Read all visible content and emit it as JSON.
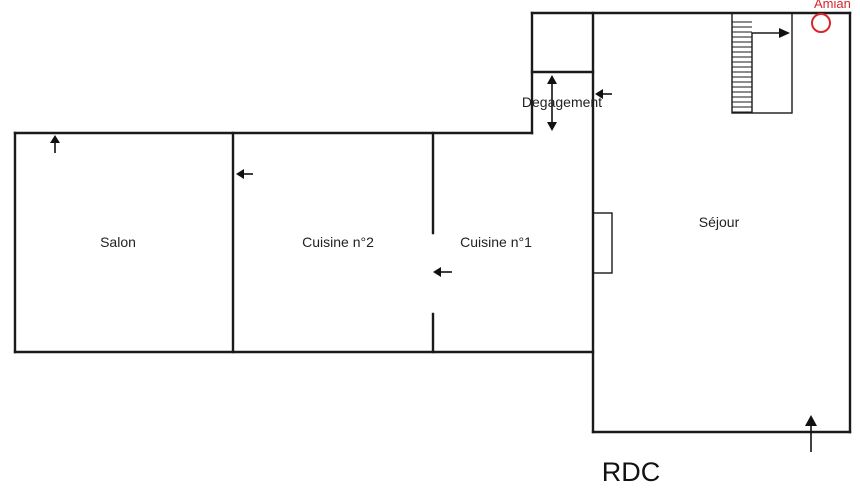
{
  "plan": {
    "title": "RDC",
    "rooms": {
      "salon": "Salon",
      "cuisine2": "Cuisine n°2",
      "cuisine1": "Cuisine n°1",
      "degagement": "Degagement",
      "sejour": "Séjour"
    },
    "marker": {
      "label": "Amian",
      "color": "#d9262c"
    },
    "colors": {
      "wall": "#1a1a1a",
      "background": "#ffffff"
    }
  }
}
